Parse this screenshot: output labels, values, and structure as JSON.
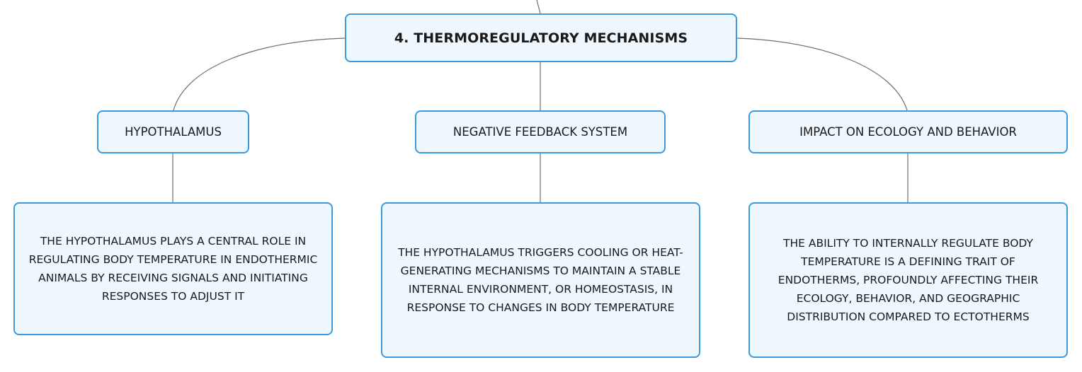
{
  "root": {
    "label": "4. THERMOREGULATORY MECHANISMS"
  },
  "branches": [
    {
      "label": "HYPOTHALAMUS",
      "detail": "THE HYPOTHALAMUS PLAYS A CENTRAL ROLE IN REGULATING BODY TEMPERATURE IN ENDOTHERMIC ANIMALS BY RECEIVING SIGNALS AND INITIATING RESPONSES TO ADJUST IT"
    },
    {
      "label": "NEGATIVE FEEDBACK SYSTEM",
      "detail": "THE HYPOTHALAMUS TRIGGERS COOLING OR HEAT-GENERATING MECHANISMS TO MAINTAIN A STABLE INTERNAL ENVIRONMENT, OR HOMEOSTASIS, IN RESPONSE TO CHANGES IN BODY TEMPERATURE"
    },
    {
      "label": "IMPACT ON ECOLOGY AND BEHAVIOR",
      "detail": "THE ABILITY TO INTERNALLY REGULATE BODY TEMPERATURE IS A DEFINING TRAIT OF ENDOTHERMS, PROFOUNDLY AFFECTING THEIR ECOLOGY, BEHAVIOR, AND GEOGRAPHIC DISTRIBUTION COMPARED TO ECTOTHERMS"
    }
  ]
}
